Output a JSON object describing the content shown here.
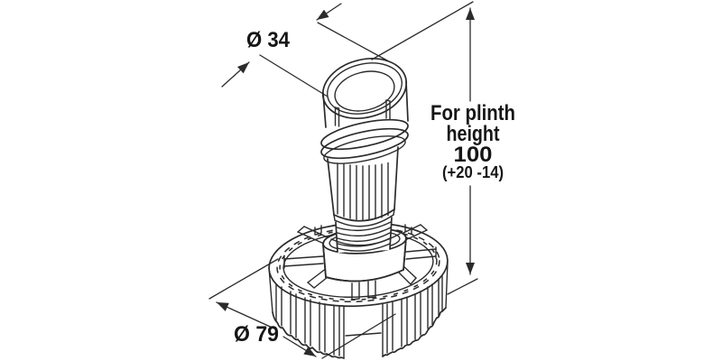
{
  "colors": {
    "background": "#ffffff",
    "line": "#2b2b2b",
    "text": "#161616"
  },
  "dimensions": {
    "top_diameter": {
      "label": "Ø 34"
    },
    "base_diameter": {
      "label": "Ø 79"
    },
    "plinth_height": {
      "line1": "For plinth",
      "line2": "height",
      "line3": "100",
      "line4": "(+20 -14)"
    }
  }
}
